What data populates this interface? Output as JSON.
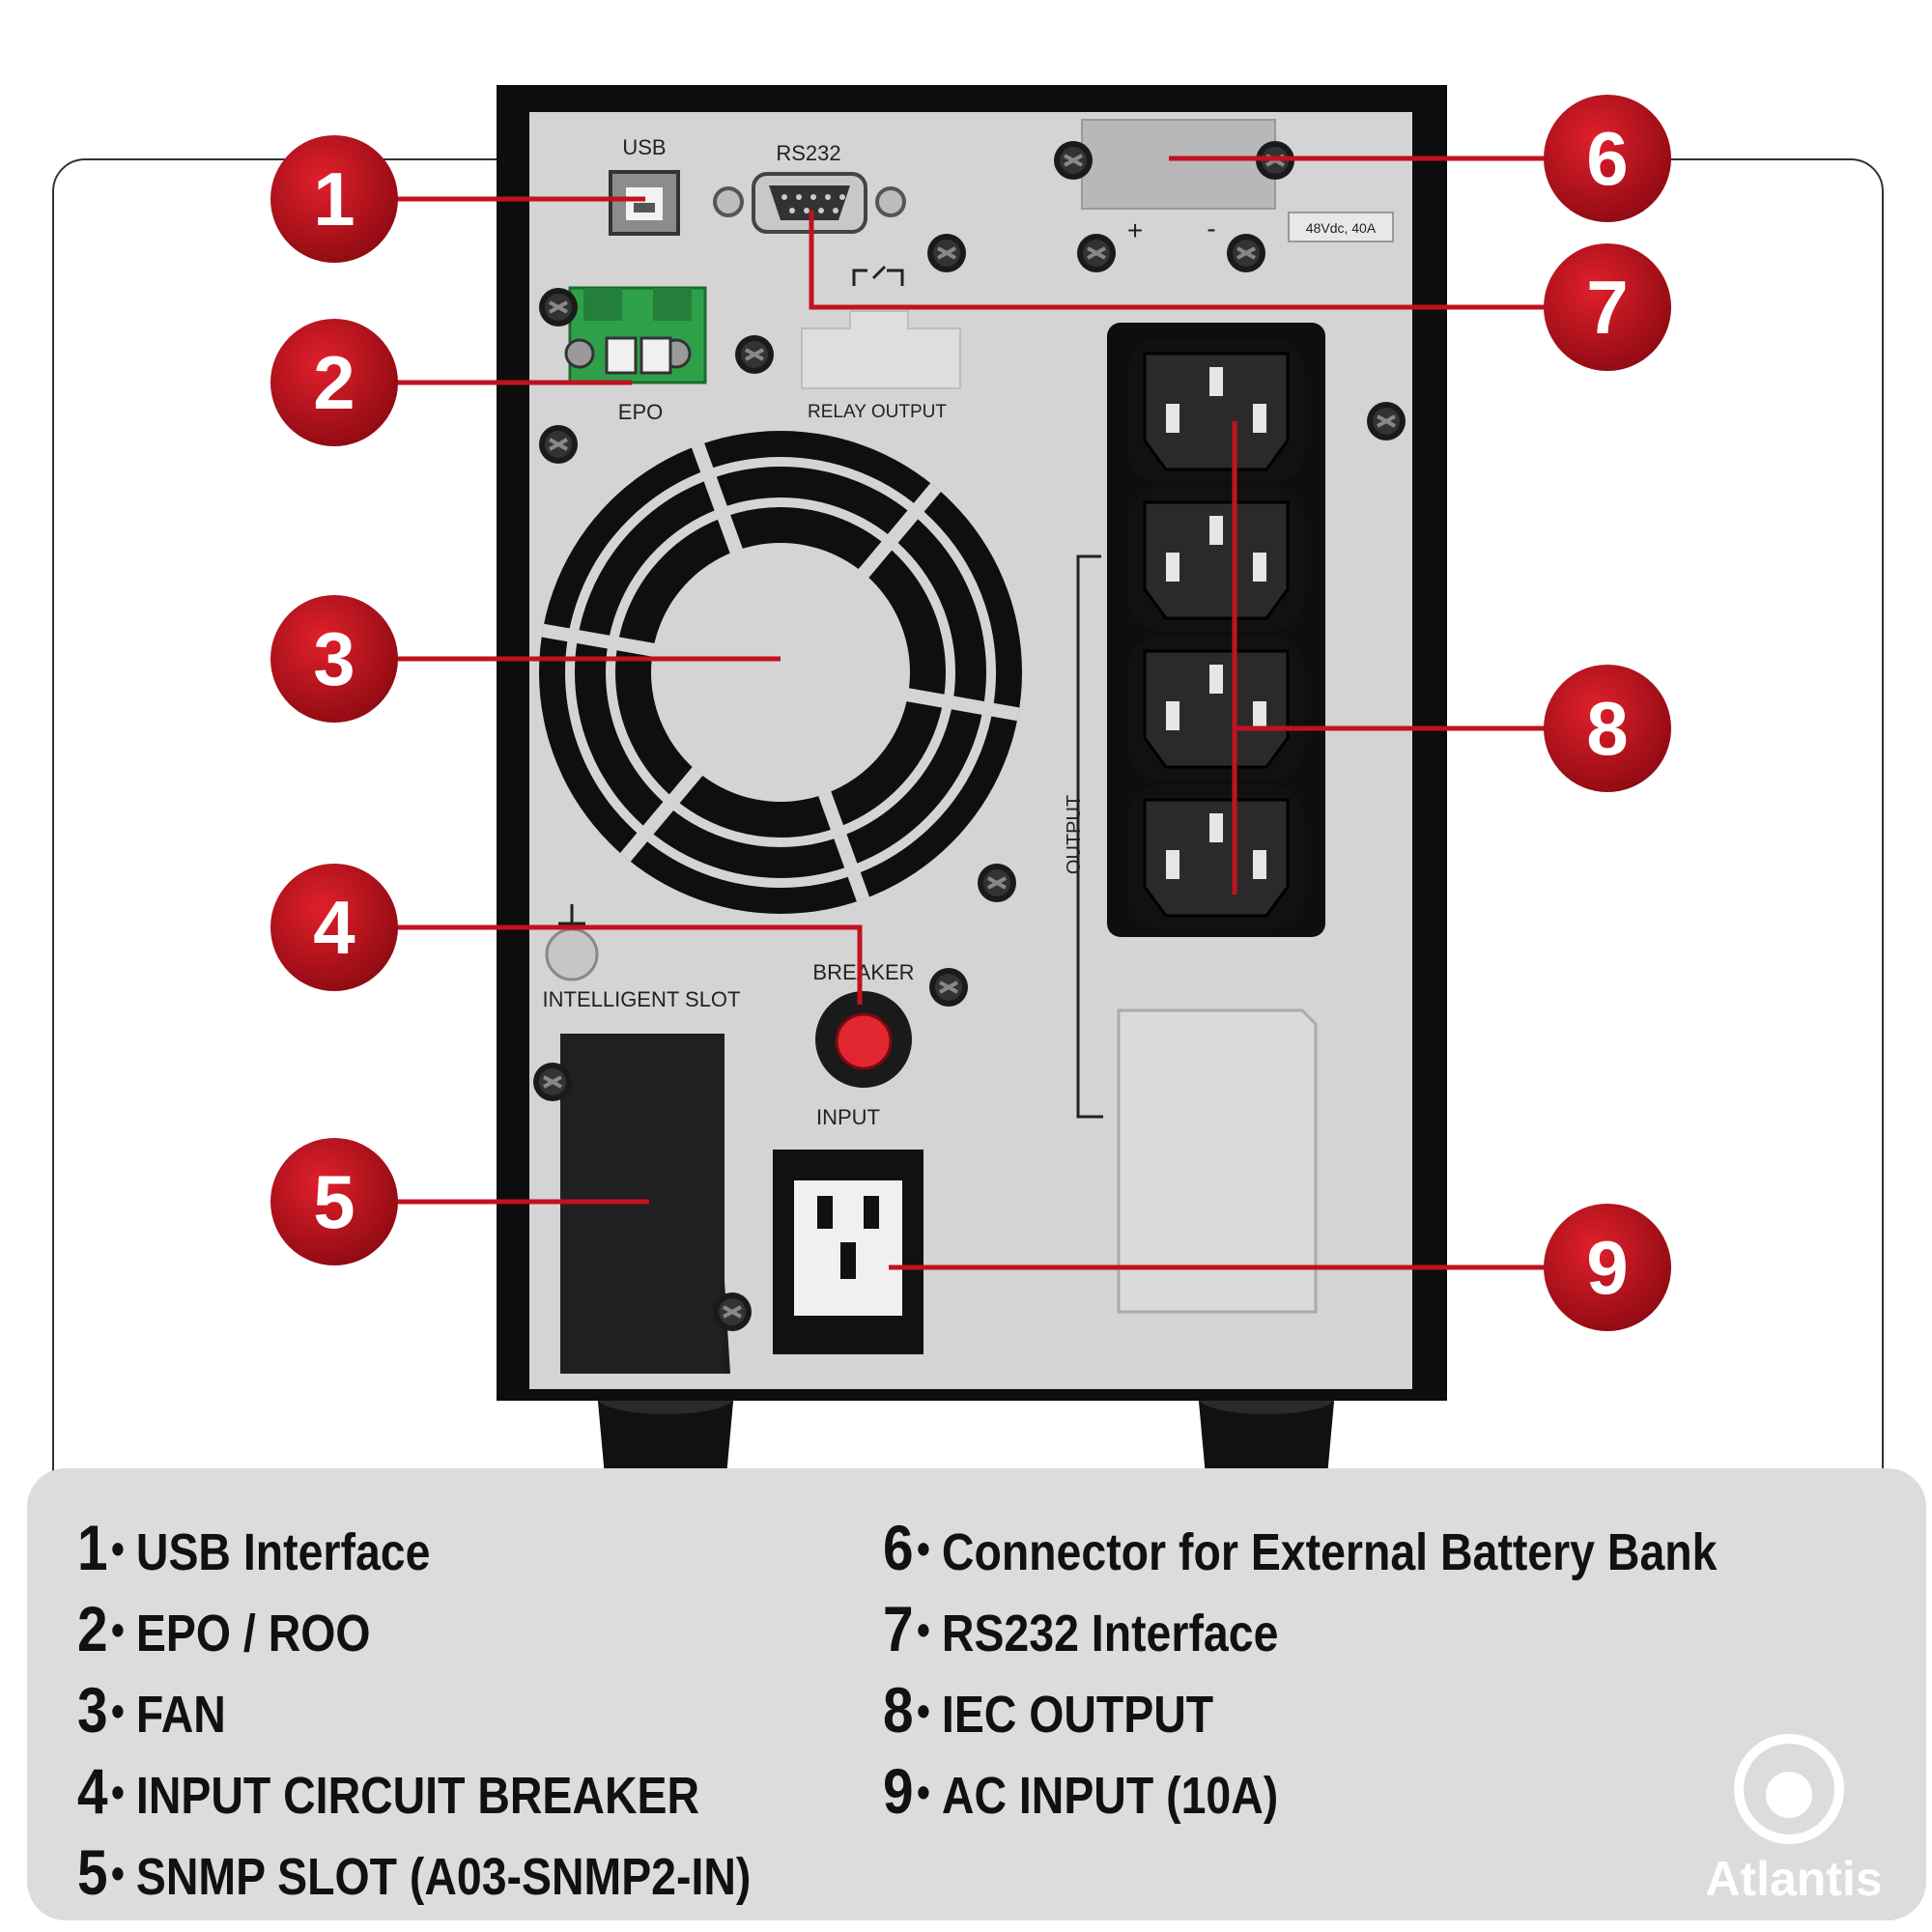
{
  "panel_labels": {
    "usb": "USB",
    "rs232": "RS232",
    "battery_rating": "48Vdc, 40A",
    "plus": "+",
    "minus": "-",
    "epo": "EPO",
    "relay_output": "RELAY OUTPUT",
    "output": "OUTPUT",
    "breaker": "BREAKER",
    "intelligent_slot": "INTELLIGENT SLOT",
    "input": "INPUT"
  },
  "callouts": [
    "1",
    "2",
    "3",
    "4",
    "5",
    "6",
    "7",
    "8",
    "9"
  ],
  "legend": [
    {
      "num": "1",
      "label": "USB Interface"
    },
    {
      "num": "2",
      "label": "EPO / ROO"
    },
    {
      "num": "3",
      "label": "FAN"
    },
    {
      "num": "4",
      "label": "INPUT CIRCUIT BREAKER"
    },
    {
      "num": "5",
      "label": "SNMP SLOT (A03-SNMP2-IN)"
    },
    {
      "num": "6",
      "label": "Connector for External Battery Bank"
    },
    {
      "num": "7",
      "label": "RS232 Interface"
    },
    {
      "num": "8",
      "label": "IEC OUTPUT"
    },
    {
      "num": "9",
      "label": "AC INPUT (10A)"
    }
  ],
  "bullet": "•",
  "brand": {
    "name": "Atlantis",
    "icon": "atlantis-logo-icon"
  },
  "colors": {
    "callout_red": "#c1121f",
    "panel": "#d4d4d4",
    "chassis": "#0d0d0d",
    "legend_bg": "#dcdcdc"
  }
}
